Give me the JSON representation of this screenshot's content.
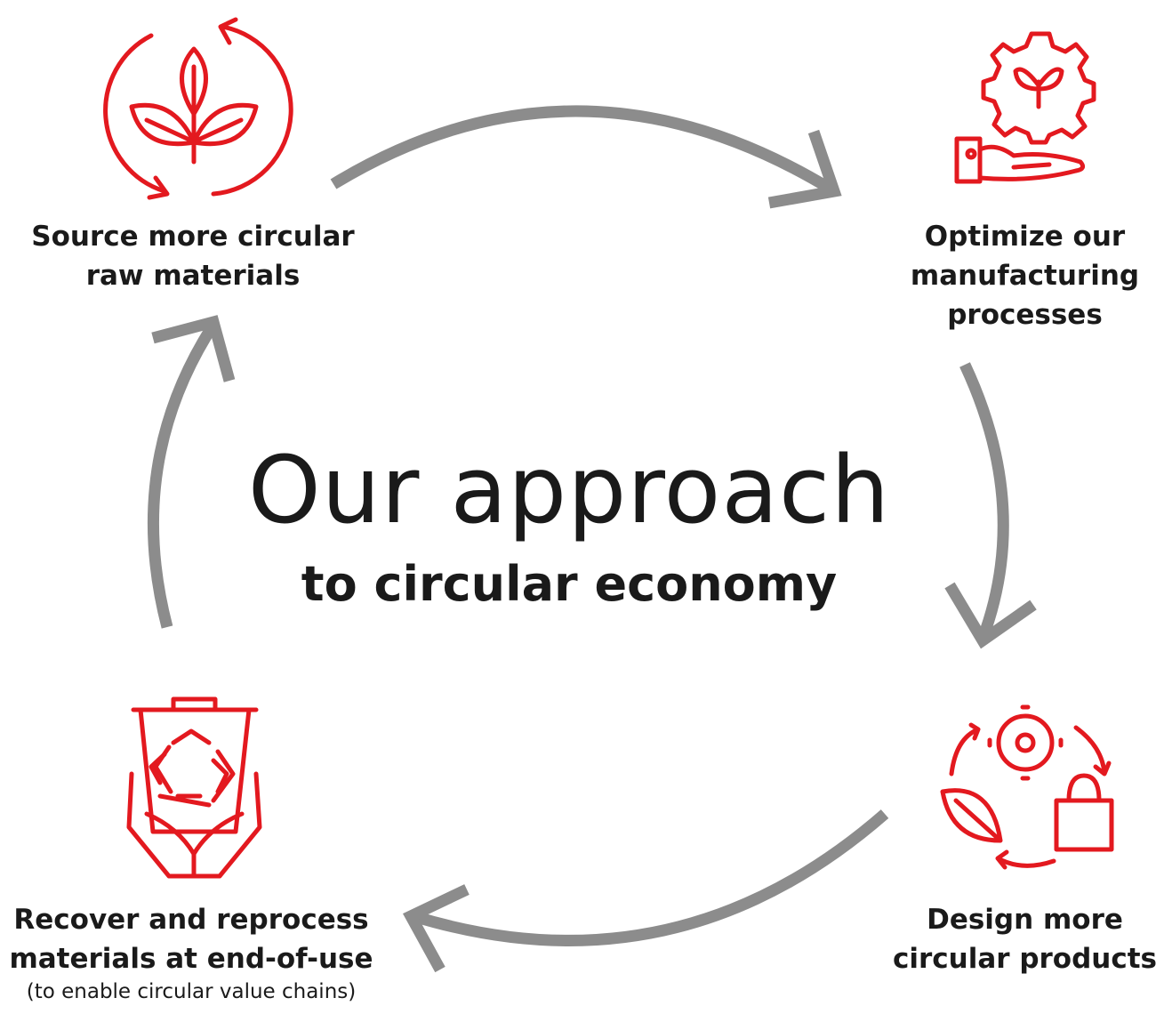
{
  "colors": {
    "accent": "#e3191f",
    "arrow": "#8c8c8c",
    "text": "#1a1a1a"
  },
  "center": {
    "title": "Our approach",
    "subtitle": "to circular economy"
  },
  "steps": [
    {
      "icon": "leaf-cycle-icon",
      "lines": [
        "Source more circular",
        "raw materials"
      ]
    },
    {
      "icon": "gear-plant-hand-icon",
      "lines": [
        "Optimize our",
        "manufacturing",
        "processes"
      ]
    },
    {
      "icon": "gear-leaf-bag-cycle-icon",
      "lines": [
        "Design more",
        "circular products"
      ]
    },
    {
      "icon": "recycle-bin-hands-icon",
      "lines": [
        "Recover and reprocess",
        "materials at end-of-use"
      ],
      "note": "(to enable circular value chains)"
    }
  ]
}
